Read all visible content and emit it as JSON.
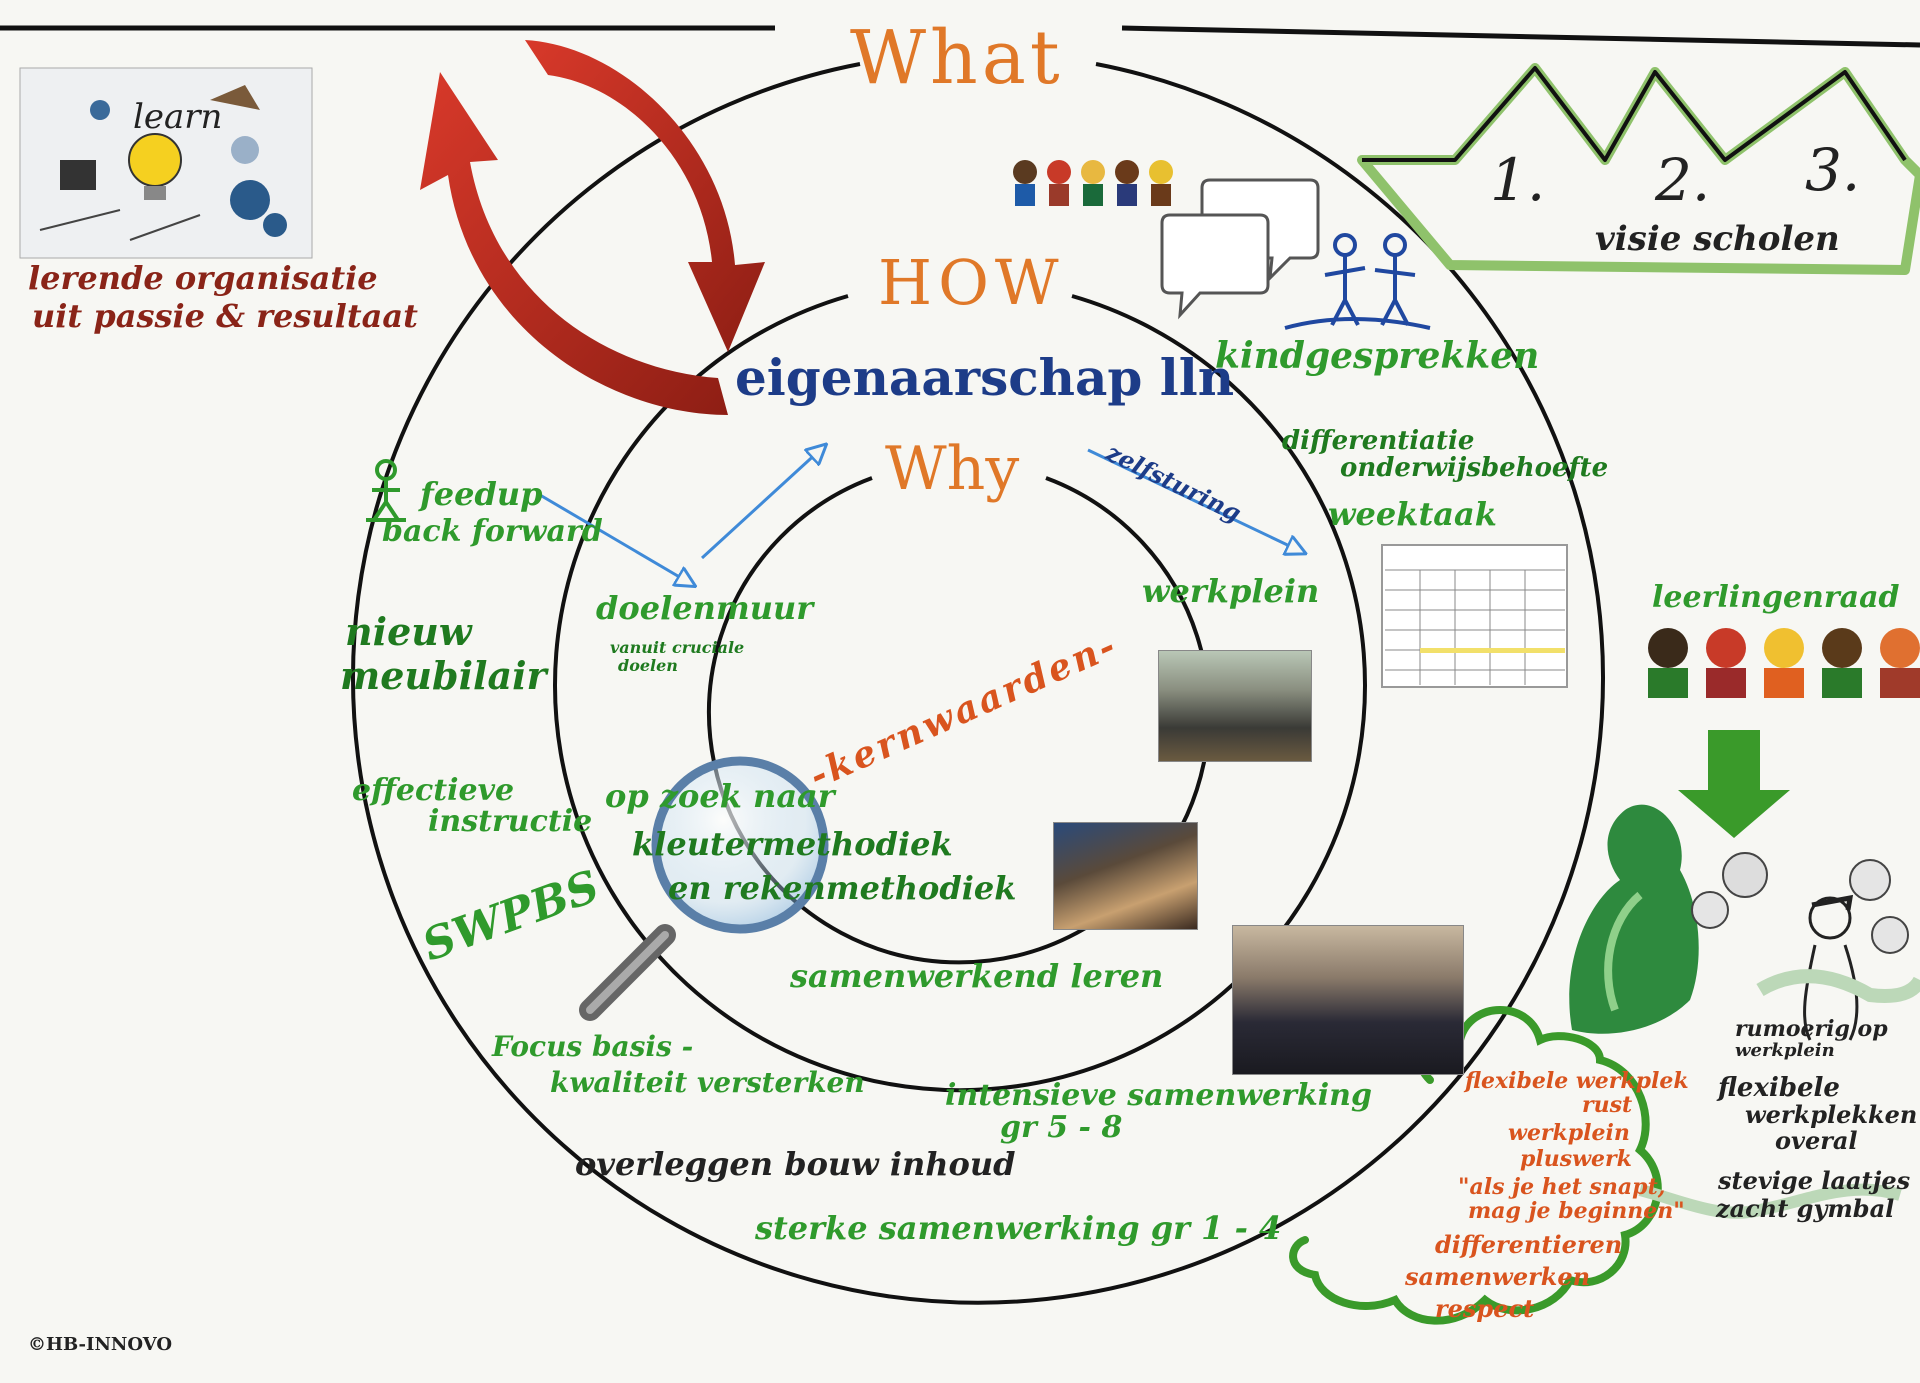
{
  "colors": {
    "green": "#2f9a2c",
    "dark_green": "#1f7a1f",
    "orange": "#e07828",
    "orange_red": "#d9541e",
    "navy": "#1d3c88",
    "dark_red": "#8a2418",
    "arrow_red": "#b5271b",
    "arrow_blue": "#3f8ad8"
  },
  "rings": {
    "what": "What",
    "how": "HOW",
    "why": "Why",
    "core": "eigenaarschap lln",
    "kernwaarden": "-kernwaarden-"
  },
  "top_left": {
    "image_word": "learn",
    "image_icon": "lightbulb-icon",
    "caption_line1": "lerende organisatie",
    "caption_line2": "uit passie & resultaat"
  },
  "top_right": {
    "steps": [
      "1.",
      "2.",
      "3."
    ],
    "caption": "visie scholen"
  },
  "how_ring": {
    "feedup_line1": "feedup",
    "feedup_line2": "back forward",
    "doelenmuur": "doelenmuur",
    "doelenmuur_sub_line1": "vanuit cruciale",
    "doelenmuur_sub_line2": "doelen",
    "zelfsturing": "zelfsturing",
    "werkplein": "werkplein",
    "op_zoek_line1": "op zoek naar",
    "op_zoek_line2": "kleutermethodiek",
    "op_zoek_line3": "en rekenmethodiek",
    "samenwerkend_leren": "samenwerkend leren"
  },
  "what_ring": {
    "kindgesprekken": "kindgesprekken",
    "differentiatie_line1": "differentiatie",
    "differentiatie_line2": "onderwijsbehoefte",
    "weektaak": "weektaak",
    "nieuw_meubilair_line1": "nieuw",
    "nieuw_meubilair_line2": "meubilair",
    "effectieve_line1": "effectieve",
    "effectieve_line2": "instructie",
    "swpbs": "SWPBS",
    "focus_line1": "Focus basis -",
    "focus_line2": "kwaliteit versterken",
    "intensieve_line1": "intensieve samenwerking",
    "intensieve_line2": "gr 5 - 8",
    "overleggen": "overleggen bouw inhoud",
    "sterke": "sterke samenwerking gr 1 - 4"
  },
  "right_side": {
    "leerlingenraad": "leerlingenraad",
    "cloud_lines": [
      "flexibele werkplek",
      "rust",
      "werkplein",
      "pluswerk",
      "\"als je het snapt,",
      "mag je beginnen\"",
      "differentieren",
      "samenwerken",
      "respect"
    ],
    "thought_lines": [
      "rumoerig op",
      "werkplein",
      "flexibele",
      "werkplekken",
      "overal",
      "stevige laatjes",
      "zacht gymbal"
    ]
  },
  "footer": {
    "copyright": "©HB-INNOVO"
  }
}
